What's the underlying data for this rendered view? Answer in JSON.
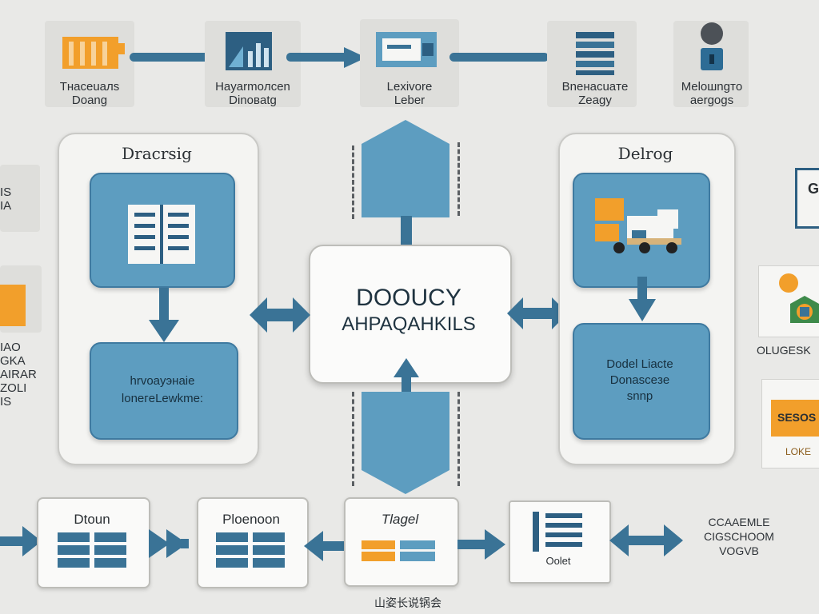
{
  "top_row": [
    {
      "line1": "Tнасеuaлs",
      "line2": "Doang"
    },
    {
      "line1": "Hayarmoлcen",
      "line2": "Dinoвatg"
    },
    {
      "line1": "Lexivore",
      "line2": "Leber"
    },
    {
      "line1": "Bneнacuaтe",
      "line2": "Zeagy"
    },
    {
      "line1": "Meloшngтo",
      "line2": "aergogs"
    }
  ],
  "left_panel": {
    "title": "Dracrsig",
    "box_line1": "hrvoayэнaie",
    "box_line2": "loneгeLewkme:"
  },
  "right_panel": {
    "title": "Delrog",
    "box_line1": "Dodel Liacte",
    "box_line2": "Donasceзe",
    "box_line3": "snnp"
  },
  "center": {
    "line1": "DOOUCY",
    "line2": "AHPAQAHKILS"
  },
  "left_edge": {
    "a_line1": "IS",
    "a_line2": "IA",
    "b_line1": "IAO GKA",
    "b_line2": "AIRAR",
    "b_line3": "ZOLI",
    "b_line4": "IS"
  },
  "right_edge": {
    "label1": "OLUGESK",
    "label2": "SESOS",
    "label3": "LOKE"
  },
  "bottom_row": [
    {
      "title": "Dtoun"
    },
    {
      "title": "Ploenoon"
    },
    {
      "title": "Tlagel"
    },
    {
      "title": "Oolet"
    }
  ],
  "bottom_right": {
    "line1": "CCAAEMLE",
    "line2": "CIGSCHOOM",
    "line3": "VOGVB"
  },
  "footer": "山姿长说锅会",
  "colors": {
    "blue": "#5d9dc0",
    "dark_blue": "#3a7396",
    "orange": "#f29f2b",
    "background": "#e9e9e7"
  }
}
